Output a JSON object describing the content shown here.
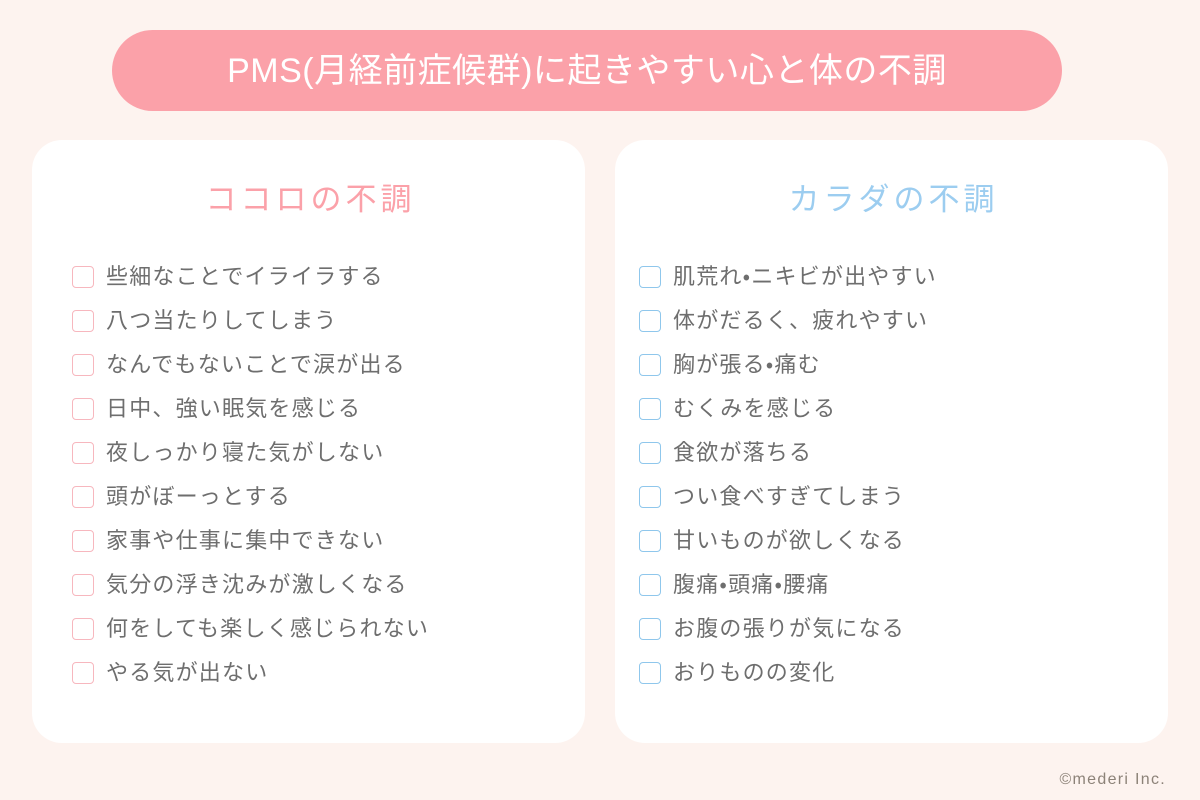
{
  "header": {
    "title": "PMS(月経前症候群)に起きやすい心と体の不調",
    "pill_color": "#FBA1A9",
    "title_color": "#FFFFFF"
  },
  "background_color": "#FDF3EF",
  "columns": [
    {
      "heading": "ココロの不調",
      "accent_color": "#FBA1A9",
      "checkbox_border_color": "#F7B7BE",
      "items": [
        "些細なことでイライラする",
        "八つ当たりしてしまう",
        "なんでもないことで涙が出る",
        "日中、強い眠気を感じる",
        "夜しっかり寝た気がしない",
        "頭がぼーっとする",
        "家事や仕事に集中できない",
        "気分の浮き沈みが激しくなる",
        "何をしても楽しく感じられない",
        "やる気が出ない"
      ]
    },
    {
      "heading": "カラダの不調",
      "accent_color": "#9CCDF0",
      "checkbox_border_color": "#8FC7EC",
      "items": [
        "肌荒れ・ニキビが出やすい",
        "体がだるく、疲れやすい",
        "胸が張る・痛む",
        "むくみを感じる",
        "食欲が落ちる",
        "つい食べすぎてしまう",
        "甘いものが欲しくなる",
        "腹痛・頭痛・腰痛",
        "お腹の張りが気になる",
        "おりものの変化"
      ]
    }
  ],
  "footer": {
    "credit": "©mederi Inc."
  }
}
